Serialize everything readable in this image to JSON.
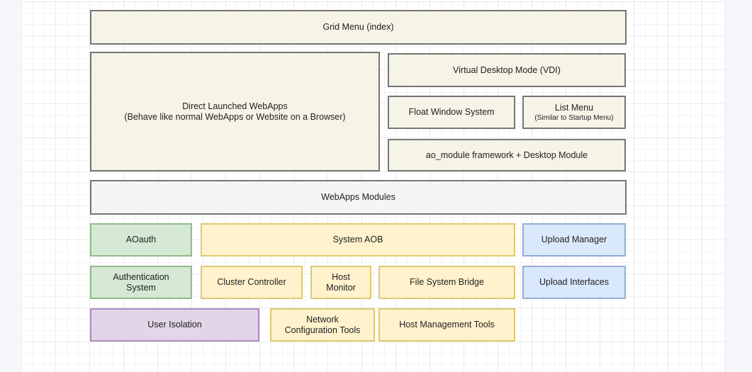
{
  "diagram": {
    "title": "ArozOS-style WebApps / modules architecture diagram",
    "boxes": [
      {
        "id": "grid-menu",
        "label": "Grid Menu (index)",
        "color": "cream"
      },
      {
        "id": "direct-webapps",
        "label": "Direct Launched WebApps",
        "sublabel": "(Behave like normal WebApps or Website on a Browser)",
        "color": "cream"
      },
      {
        "id": "virtual-desktop",
        "label": "Virtual Desktop Mode (VDI)",
        "color": "cream"
      },
      {
        "id": "float-window",
        "label": "Float Window System",
        "color": "cream"
      },
      {
        "id": "list-menu",
        "label": "List Menu",
        "sublabel": "(Similar to Startup Menu)",
        "color": "cream"
      },
      {
        "id": "ao-module",
        "label": "ao_module framework + Desktop Module",
        "color": "cream"
      },
      {
        "id": "webapps-modules",
        "label": "WebApps Modules",
        "color": "gray"
      },
      {
        "id": "aoauth",
        "label": "AOauth",
        "color": "green"
      },
      {
        "id": "system-aob",
        "label": "System AOB",
        "color": "yellow"
      },
      {
        "id": "upload-manager",
        "label": "Upload Manager",
        "color": "blue"
      },
      {
        "id": "authentication-system",
        "label_lines": [
          "Authentication",
          "System"
        ],
        "color": "green"
      },
      {
        "id": "cluster-controller",
        "label": "Cluster Controller",
        "color": "yellow"
      },
      {
        "id": "host-monitor",
        "label_lines": [
          "Host",
          "Monitor"
        ],
        "color": "yellow"
      },
      {
        "id": "file-system-bridge",
        "label": "File System Bridge",
        "color": "yellow"
      },
      {
        "id": "upload-interfaces",
        "label": "Upload Interfaces",
        "color": "blue"
      },
      {
        "id": "user-isolation",
        "label": "User Isolation",
        "color": "purple"
      },
      {
        "id": "network-configuration-tools",
        "label_lines": [
          "Network",
          "Configuration Tools"
        ],
        "color": "yellow"
      },
      {
        "id": "host-management-tools",
        "label": "Host Management Tools",
        "color": "yellow"
      }
    ],
    "colors": {
      "cream_fill": "#f6f3e7",
      "cream_border": "#757575",
      "gray_fill": "#f5f5f5",
      "gray_border": "#757575",
      "green_fill": "#d5e8d4",
      "green_border": "#93ba88",
      "yellow_fill": "#fff2cc",
      "yellow_border": "#e0c873",
      "blue_fill": "#dae8fc",
      "blue_border": "#93aed4",
      "purple_fill": "#e1d5e7",
      "purple_border": "#ad8cbf",
      "canvas_background": "#ffffff",
      "margin_background": "#f5f7fa",
      "grid_minor": "#f3f4f6",
      "grid_major": "#e8eaec",
      "text": "#1f1f1f"
    }
  }
}
